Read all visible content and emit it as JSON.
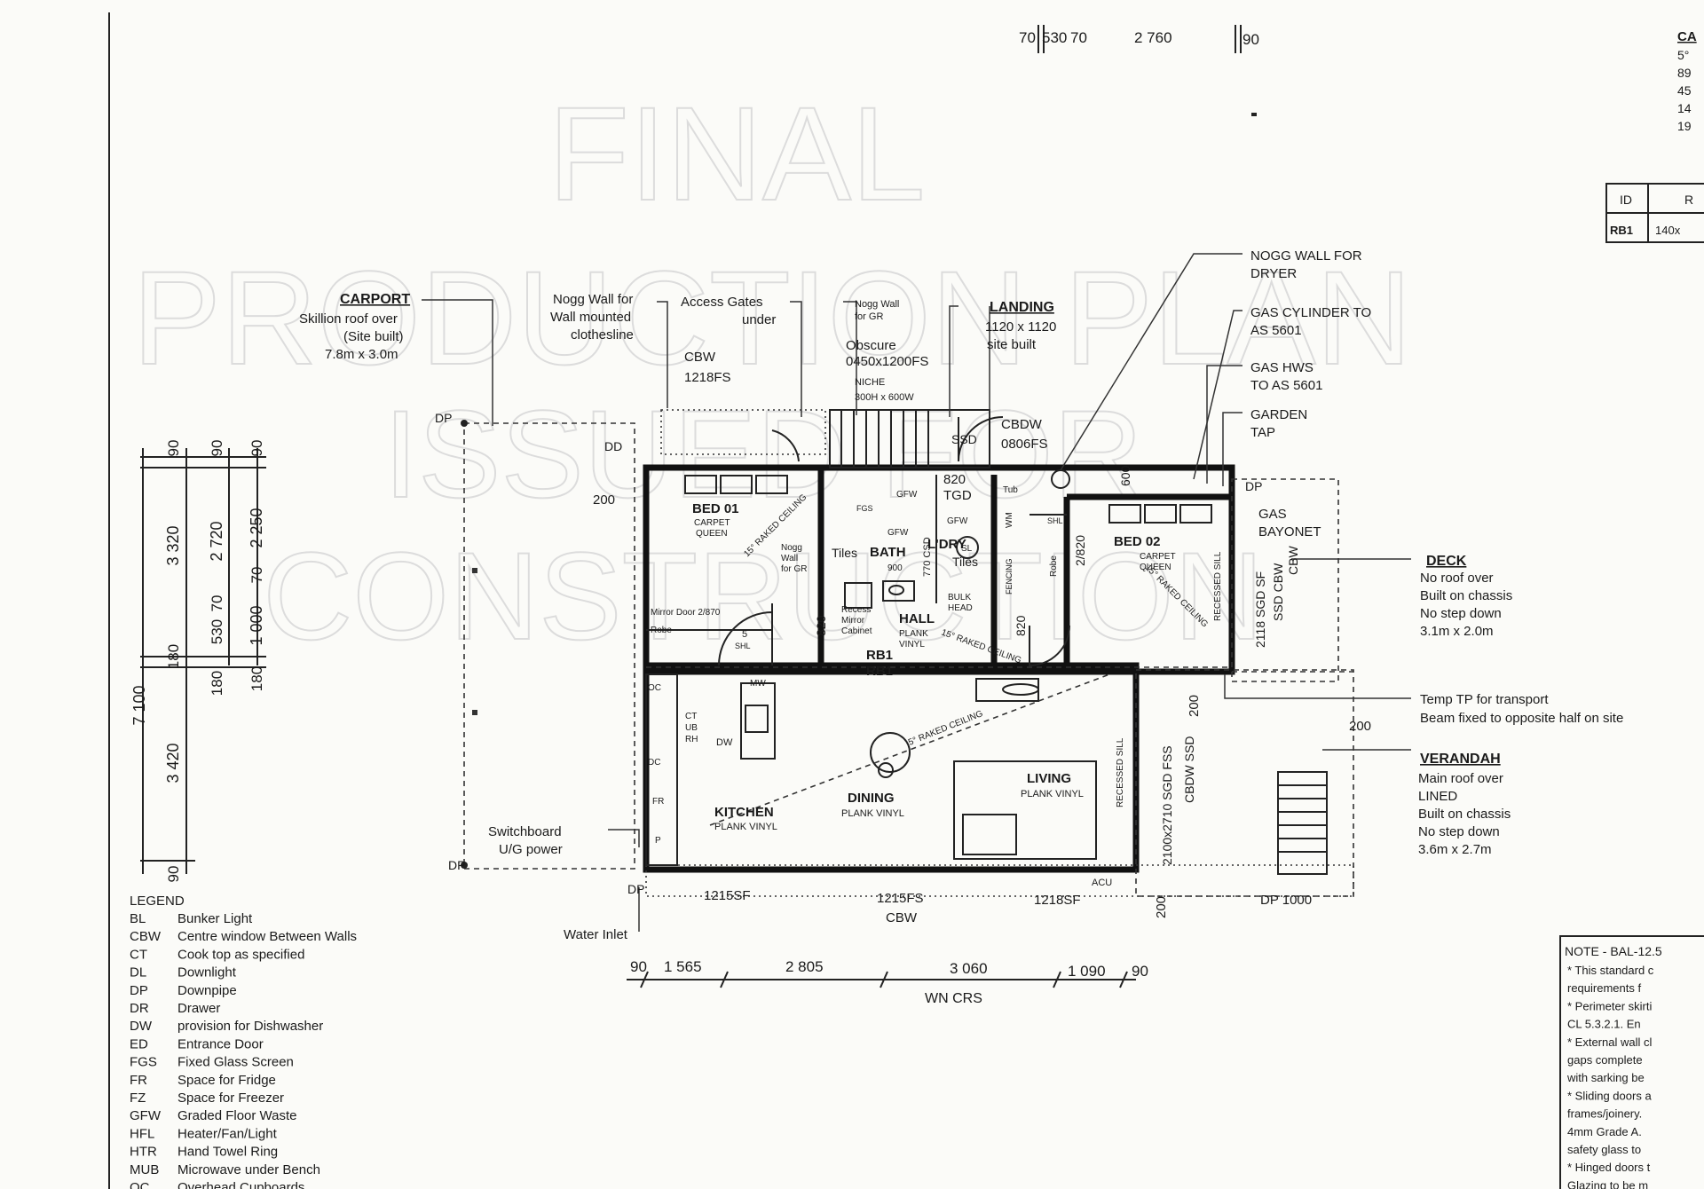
{
  "watermark": {
    "line1": "FINAL",
    "line2": "PRODUCTION PLAN",
    "line3": "ISSUED FOR",
    "line4": "CONSTRUCTION"
  },
  "top_dims": {
    "a": "70",
    "b": "530",
    "c": "70",
    "d": "2 760",
    "e": "90"
  },
  "left_dims": {
    "outer_total": "7 100",
    "outer_top": "3 320",
    "outer_bottom": "3 420",
    "mid_top": "2 720",
    "mid_bottom": "180",
    "inner_top": "2 250",
    "inner_70": "70",
    "inner_1000": "1 000",
    "c530": "530",
    "c70": "70",
    "c180a": "180",
    "c180b": "180",
    "c90a": "90",
    "c90b": "90",
    "c90c": "90",
    "c90d": "90"
  },
  "bottom_dims": {
    "a": "90",
    "b": "1 565",
    "c": "2 805",
    "d": "3 060",
    "e": "1 090",
    "f": "90",
    "label": "WN CRS"
  },
  "callouts": {
    "carport": [
      "CARPORT",
      "Skillion roof over",
      "(Site built)",
      "7.8m x 3.0m"
    ],
    "nogg_clothes": [
      "Nogg Wall for",
      "Wall mounted",
      "clothesline"
    ],
    "access_gates": [
      "Access Gates",
      "under"
    ],
    "cbw_1218": [
      "CBW",
      "1218FS"
    ],
    "nogg_gr_top": [
      "Nogg Wall",
      "for GR"
    ],
    "obscure": [
      "Obscure",
      "0450x1200FS"
    ],
    "niche": [
      "NICHE",
      "300H x 600W"
    ],
    "landing": [
      "LANDING",
      "1120 x 1120",
      "site built"
    ],
    "nogg_dryer": [
      "NOGG WALL FOR",
      "DRYER"
    ],
    "gas_cyl": [
      "GAS CYLINDER TO",
      "AS 5601"
    ],
    "gas_hws": [
      "GAS HWS",
      "TO AS 5601"
    ],
    "garden_tap": [
      "GARDEN",
      "TAP"
    ],
    "gas_bayonet": [
      "GAS",
      "BAYONET"
    ],
    "cbdw": [
      "CBDW",
      "0806FS"
    ],
    "deck": [
      "DECK",
      "No roof over",
      "Built on chassis",
      "No step down",
      "3.1m x 2.0m"
    ],
    "temp_tp": [
      "Temp TP for transport",
      "Beam fixed to opposite half on site"
    ],
    "verandah": [
      "VERANDAH",
      "Main roof over",
      "LINED",
      "Built on chassis",
      "No step down",
      "3.6m x 2.7m"
    ],
    "switchboard": [
      "Switchboard",
      "U/G power"
    ],
    "water_inlet": "Water Inlet"
  },
  "rooms": {
    "bed1": [
      "BED 01",
      "CARPET",
      "QUEEN"
    ],
    "bed2": [
      "BED 02",
      "CARPET",
      "QUEEN"
    ],
    "bath": "BATH",
    "tiles1": "Tiles",
    "tiles2": "Tiles",
    "ldry": "L'DRY",
    "hall": [
      "HALL",
      "PLANK",
      "VINYL"
    ],
    "kitchen": [
      "KITCHEN",
      "PLANK VINYL"
    ],
    "dining": [
      "DINING",
      "PLANK VINYL"
    ],
    "living": [
      "LIVING",
      "PLANK VINYL"
    ]
  },
  "plan_labels": {
    "dp1": "DP",
    "dp2": "DP",
    "dp3": "DP",
    "dp4": "DP",
    "dp5": "DP",
    "dd": "DD",
    "d200a": "200",
    "d200b": "200",
    "d200c": "200",
    "d200d": "200",
    "tgd": "820",
    "tgd2": "TGD",
    "ssd_top": "SSD",
    "d600": "600",
    "d820a": "820",
    "d820b": "820",
    "d820c": "820",
    "d2820": "2/820",
    "mirror": "Mirror Door 2/870",
    "rb1a": "RB1",
    "rb1b": "RB1",
    "raked1": "15° RAKED CEILING",
    "raked2": "15° RAKED CEILING",
    "raked3": "15° RAKED CEILING",
    "raked4": "5° RAKED CEILING",
    "sgd_2118": "2118 SGD SF",
    "ssd_cbw": "SSD CBW",
    "sgd_2100": "2100x2710 SGD FSS",
    "cbdw_ssd": "CBDW SSD",
    "recessed1": "RECESSED SILL",
    "recessed2": "RECESSED SILL",
    "w1215sf": "1215SF",
    "w1215fs": "1215FS",
    "cbw_bottom": "CBW",
    "w1218sf": "1218SF",
    "dp1000": "DP 1000",
    "acu": "ACU",
    "cbw_right": "CBW",
    "nogg_gr_bed": [
      "Nogg",
      "Wall",
      "for GR"
    ],
    "recess_mirror": [
      "Recess",
      "Mirror",
      "Cabinet"
    ],
    "gfw": "GFW",
    "gfw2": "GFW",
    "gfw3": "GFW",
    "fgs": "FGS",
    "bulkhead": [
      "BULK",
      "HEAD"
    ],
    "sl": "SL",
    "tub": "Tub",
    "wm": "WM",
    "fencing": "FENCING",
    "robe1": "Robe",
    "robe2": "Robe",
    "shelf5a": "5",
    "shelf5b": "SHL",
    "shl": "SHL",
    "kitchen_items": [
      "OC",
      "CT",
      "UB",
      "RH",
      "DW",
      "MW",
      "FR",
      "P",
      "DC"
    ],
    "d770": "770 CSD",
    "d900": "900"
  },
  "legend": {
    "title": "LEGEND",
    "items": [
      [
        "BL",
        "Bunker Light"
      ],
      [
        "CBW",
        "Centre window Between Walls"
      ],
      [
        "CT",
        "Cook top as specified"
      ],
      [
        "DL",
        "Downlight"
      ],
      [
        "DP",
        "Downpipe"
      ],
      [
        "DR",
        "Drawer"
      ],
      [
        "DW",
        "provision for Dishwasher"
      ],
      [
        "ED",
        "Entrance Door"
      ],
      [
        "FGS",
        "Fixed Glass Screen"
      ],
      [
        "FR",
        "Space for Fridge"
      ],
      [
        "FZ",
        "Space for Freezer"
      ],
      [
        "GFW",
        "Graded Floor Waste"
      ],
      [
        "HFL",
        "Heater/Fan/Light"
      ],
      [
        "HTR",
        "Hand Towel Ring"
      ],
      [
        "MUB",
        "Microwave under Bench"
      ],
      [
        "OC",
        "Overhead Cupboards"
      ]
    ]
  },
  "corner_top": {
    "label": "CA",
    "lines": [
      "5°",
      "89",
      "45",
      "14",
      "19"
    ],
    "table_head": [
      "ID",
      "R"
    ],
    "table_row": [
      "RB1",
      "140x"
    ]
  },
  "note": {
    "title": "NOTE - BAL-12.5",
    "lines": [
      "* This standard c",
      "requirements f",
      "* Perimeter skirti",
      "CL 5.3.2.1. En",
      "* External wall cl",
      "gaps complete",
      "with sarking be",
      "* Sliding doors a",
      "frames/joinery.",
      "4mm Grade A.",
      "safety glass to",
      "* Hinged doors t",
      "Glazing to be m"
    ]
  }
}
